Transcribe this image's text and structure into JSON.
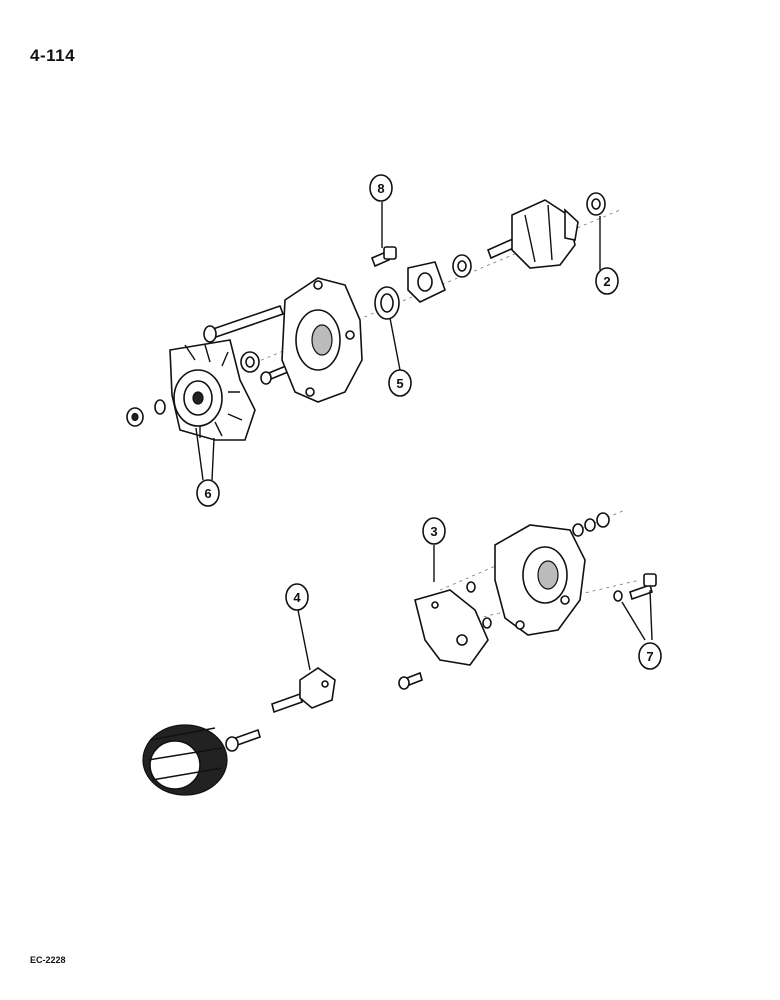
{
  "page": {
    "number": "4-114",
    "code": "EC-2228"
  },
  "callouts": [
    {
      "id": "callout-8",
      "label": "8"
    },
    {
      "id": "callout-2",
      "label": "2"
    },
    {
      "id": "callout-5",
      "label": "5"
    },
    {
      "id": "callout-6",
      "label": "6"
    },
    {
      "id": "callout-3",
      "label": "3"
    },
    {
      "id": "callout-4",
      "label": "4"
    },
    {
      "id": "callout-7",
      "label": "7"
    }
  ]
}
